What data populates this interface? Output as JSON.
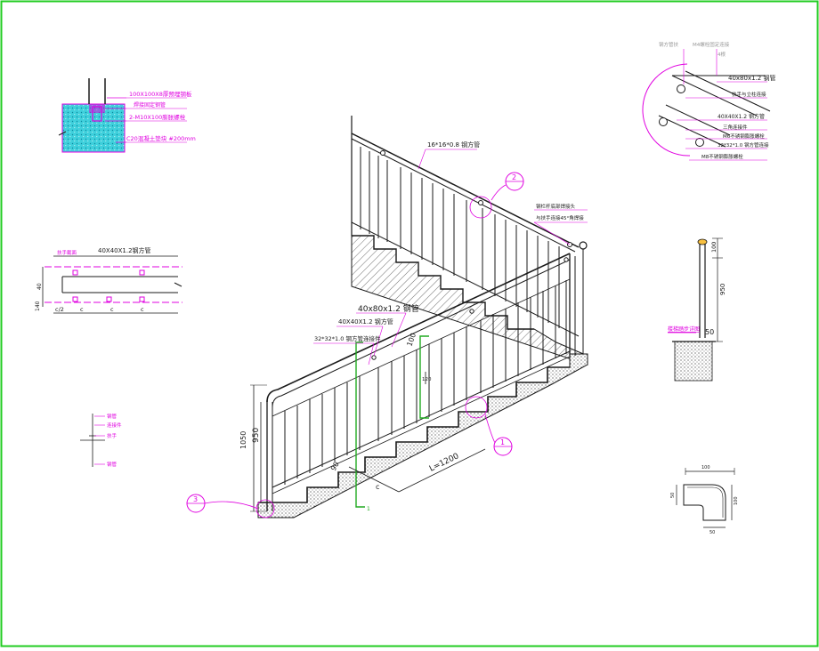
{
  "colors": {
    "frame": "#22cc22",
    "line": "#1a1a1a",
    "annotation": "#e000e0",
    "concrete": "#20b8c8",
    "section_marker": "#22aa22"
  },
  "top_left_detail": {
    "label_1": "100X100X8厚预埋钢板",
    "label_2": "焊接固定钢管",
    "label_3": "2-M10X100膨胀螺栓",
    "label_4": "C20混凝土垫块 #200mm"
  },
  "plan_detail": {
    "top_label_1": "扶手截面",
    "top_label_2": "40X40X1.2钢方管",
    "dim_c": "c",
    "dim_c2": "c/2",
    "dim_40": "40",
    "dim_140": "140"
  },
  "legend_small": {
    "item_1": "钢管",
    "item_2": "连接件",
    "item_3": "扶手",
    "item_4": "钢管"
  },
  "main_view": {
    "top_label": "16*16*0.8 钢方管",
    "handrail_label": "40x80x1.2 钢管",
    "post_label": "40X40X1.2 钢方管",
    "base_label": "32*32*1.0 钢方管连接件",
    "upper_note_1": "钢栏杆底部焊接头",
    "upper_note_2": "与扶手连接45°角焊接",
    "dim_1050": "1050",
    "dim_950": "950",
    "dim_120": "120",
    "dim_1200": "L=1200",
    "dim_c": "c",
    "dim_90": "90",
    "dim_100": "100",
    "section_mark": "1",
    "callout_1": "1",
    "callout_2": "2",
    "callout_3": "3"
  },
  "detail_2": {
    "top_label_1": "钢方管扶",
    "top_label_2": "M4螺栓固定连接",
    "top_label_3": "4根",
    "label_1": "40x80x1.2 钢管",
    "label_2": "扶手与立柱连接",
    "label_3": "40X40X1.2 钢方管",
    "label_4": "三角连接件",
    "label_5": "M6不锈钢膨胀螺栓",
    "label_6": "32*32*1.0 钢方管连接",
    "label_7": "M8不锈钢膨胀螺栓"
  },
  "side_detail": {
    "dim_100": "100",
    "dim_950": "950",
    "dim_50": "50",
    "label": "楼梯踏步详图"
  },
  "elbow_detail": {
    "dim_top": "100",
    "dim_left": "50",
    "dim_right": "100",
    "dim_bottom": "50"
  }
}
